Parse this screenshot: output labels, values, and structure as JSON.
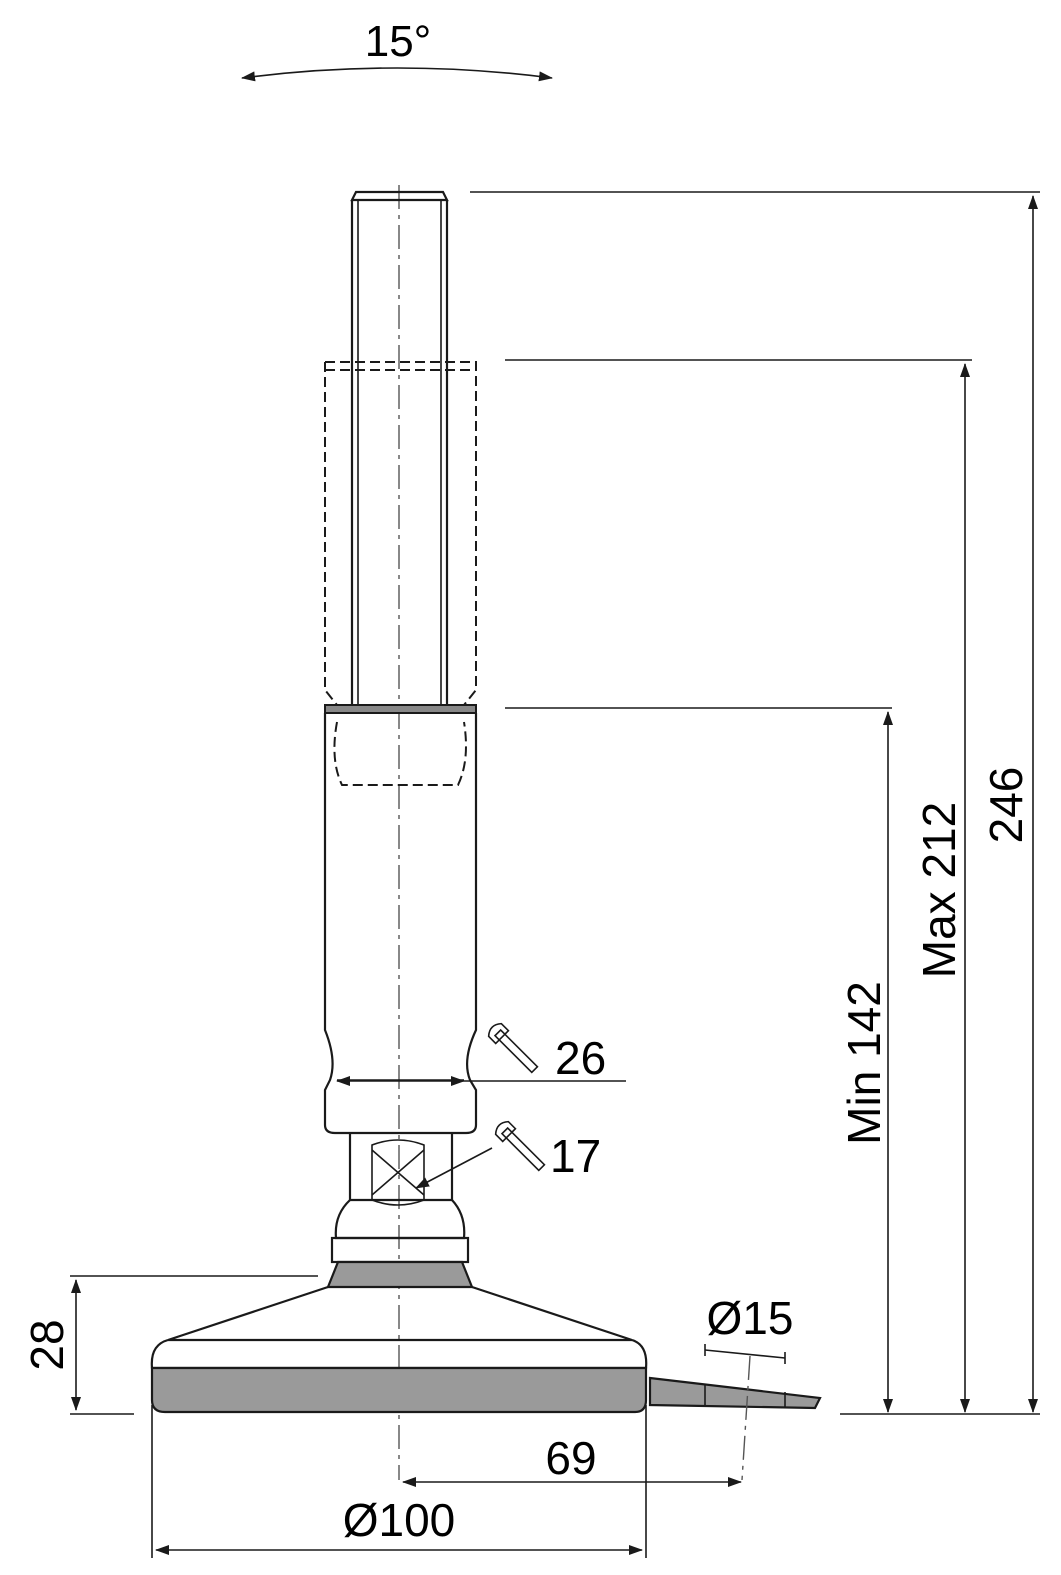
{
  "drawing": {
    "dimensions": {
      "tilt_angle": "15°",
      "overall_height": "246",
      "max_height": "Max 212",
      "min_height": "Min 142",
      "wrench_upper": "26",
      "wrench_lower": "17",
      "base_height": "28",
      "hole_diameter": "Ø15",
      "hole_offset": "69",
      "base_diameter": "Ø100"
    },
    "colors": {
      "line": "#1a1a1a",
      "rubber_pad": "#9a9a9a"
    },
    "icons": [
      "wrench-icon",
      "wrench-icon"
    ]
  }
}
